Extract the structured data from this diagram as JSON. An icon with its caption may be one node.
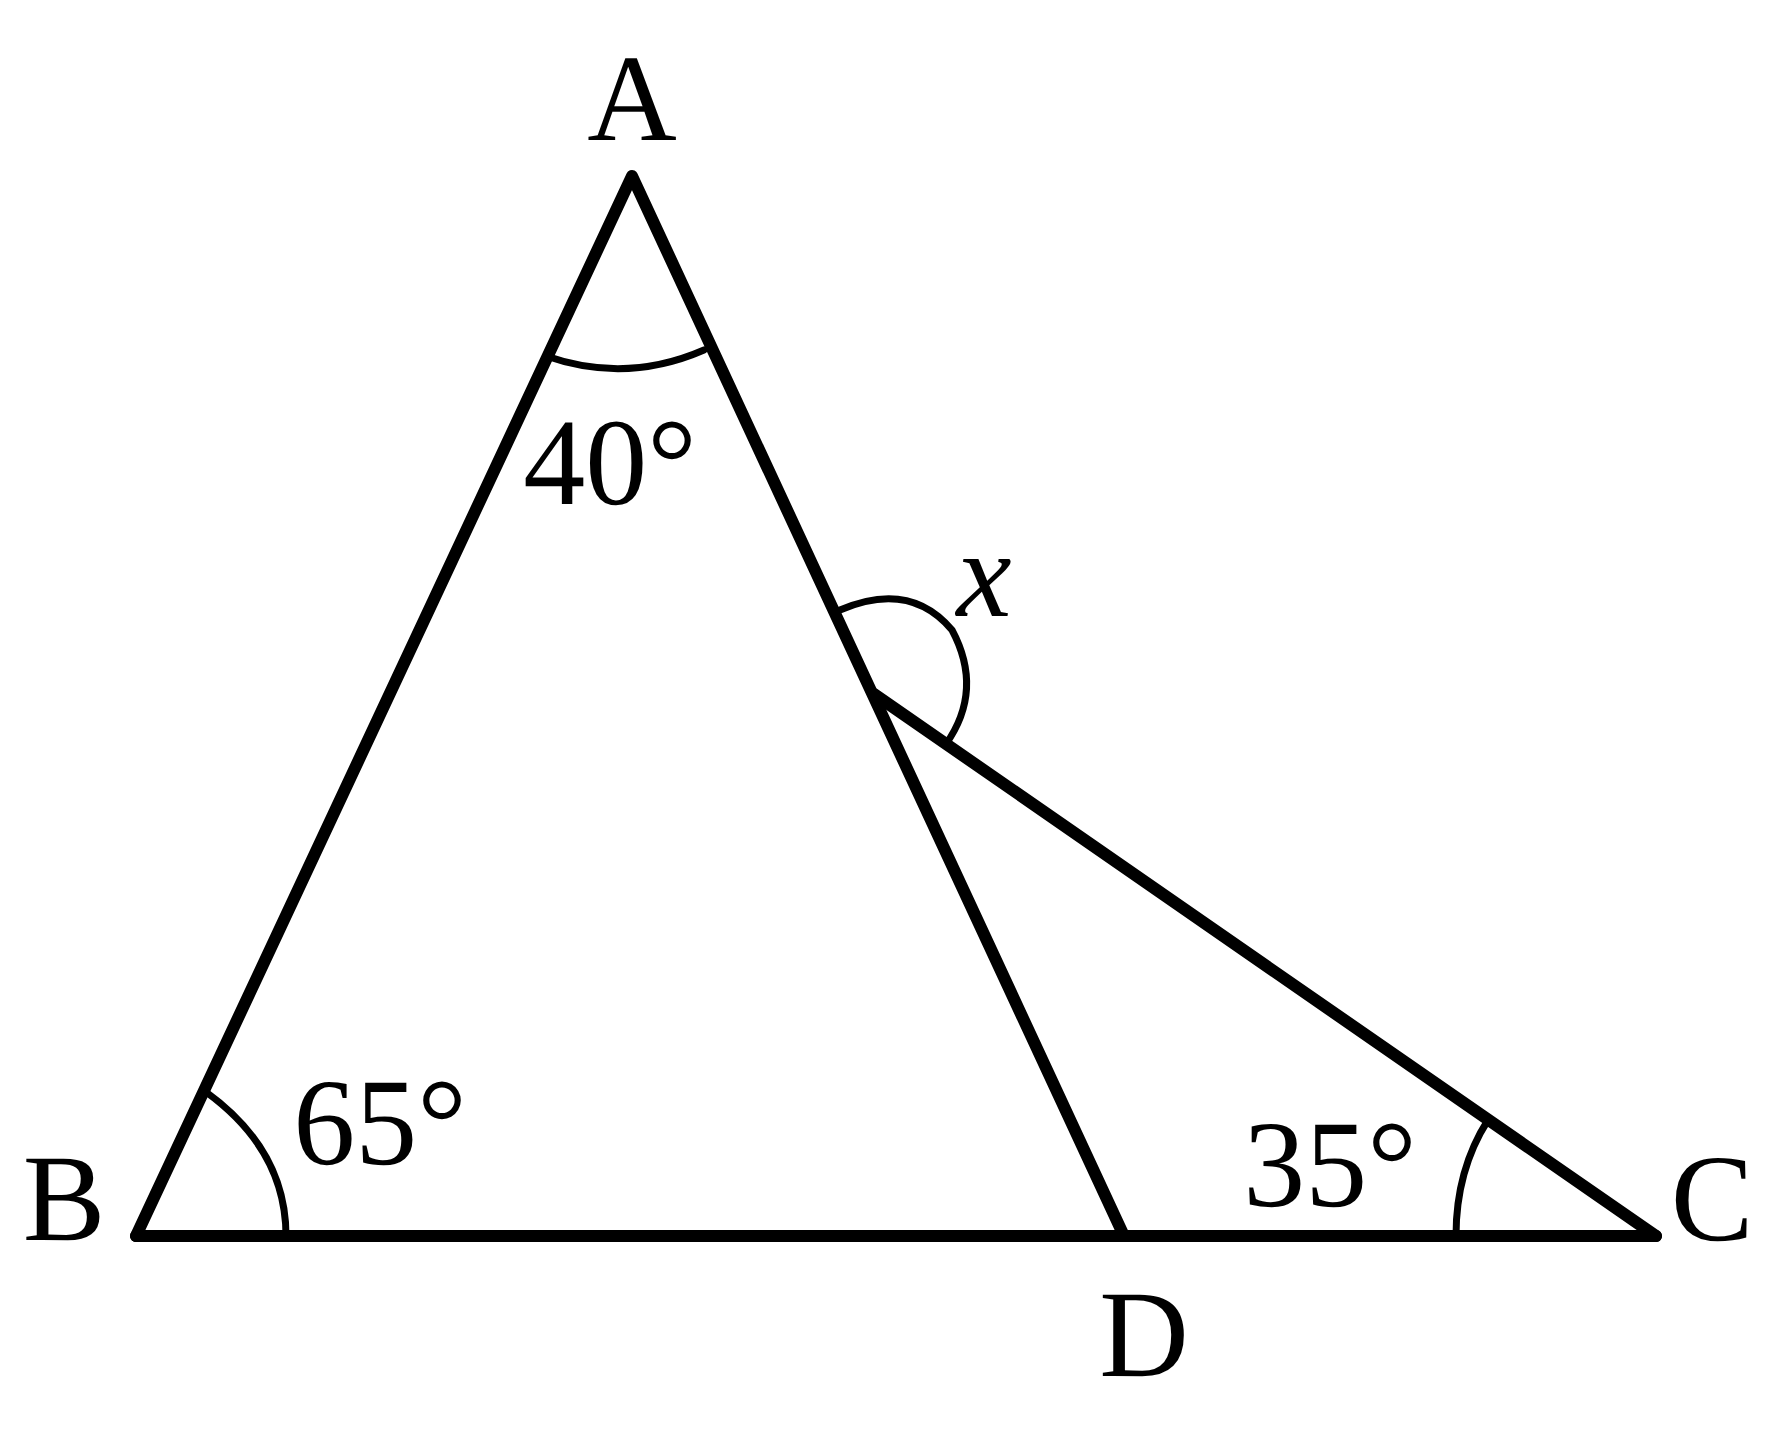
{
  "diagram": {
    "labels": [
      "A",
      "B",
      "C",
      "D",
      "40°",
      "x",
      "65°",
      "35°"
    ]
  }
}
